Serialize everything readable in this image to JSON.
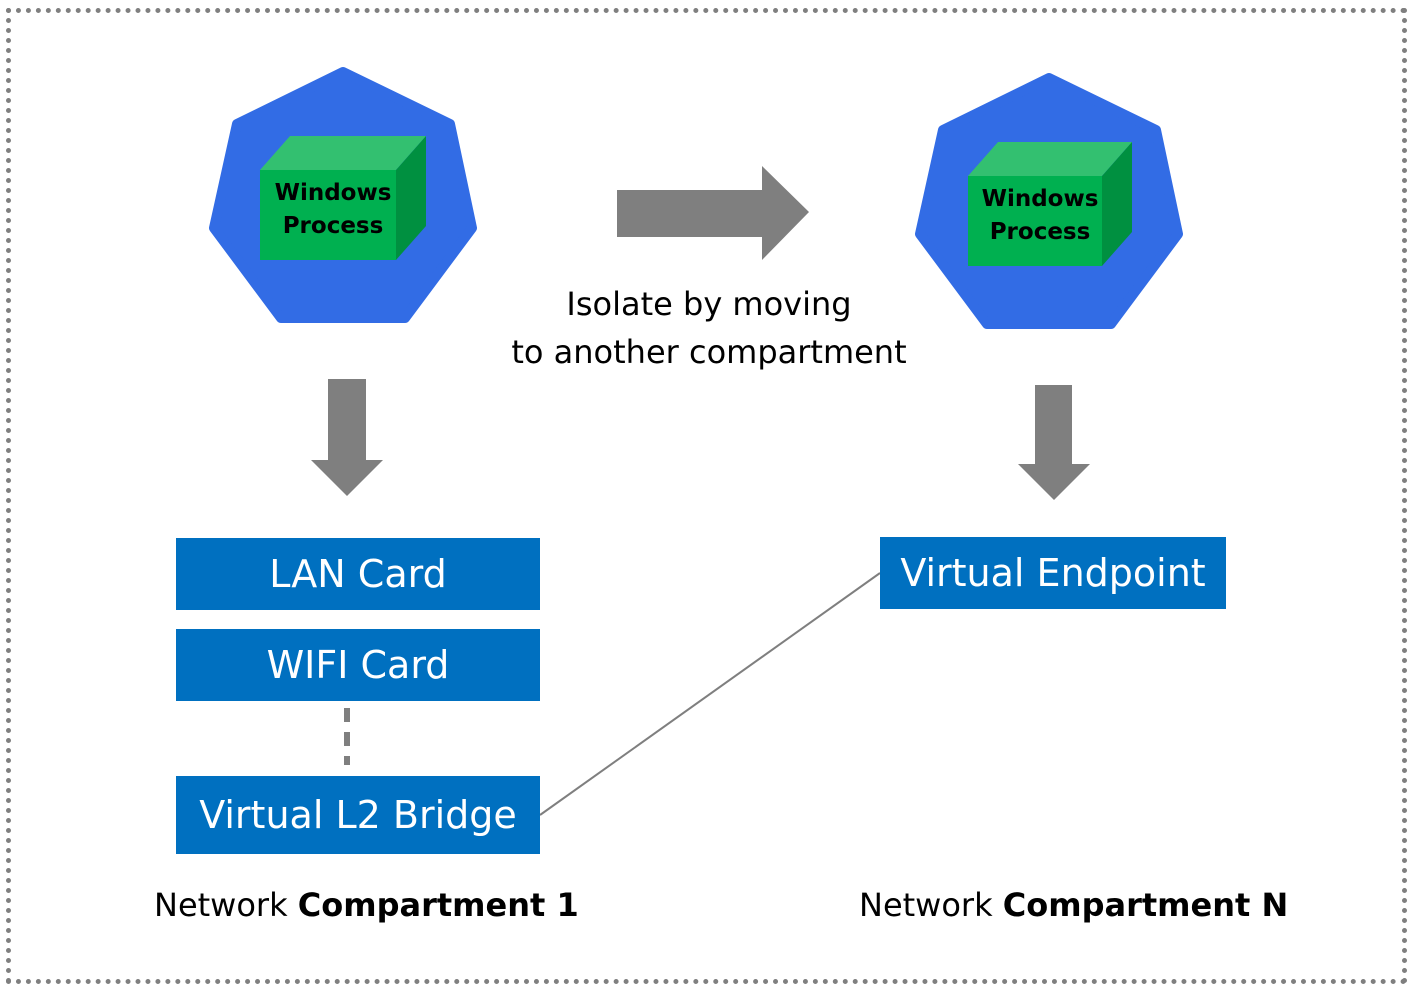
{
  "compartment_1": {
    "process_label_line1": "Windows",
    "process_label_line2": "Process",
    "adapters": [
      "LAN Card",
      "WIFI Card",
      "Virtual L2 Bridge"
    ],
    "caption_prefix": "Network",
    "caption_bold": "Compartment 1"
  },
  "compartment_n": {
    "process_label_line1": "Windows",
    "process_label_line2": "Process",
    "adapters": [
      "Virtual Endpoint"
    ],
    "caption_prefix": "Network",
    "caption_bold": "Compartment N"
  },
  "move_arrow": {
    "label_line1": "Isolate by moving",
    "label_line2": "to another compartment"
  },
  "colors": {
    "heptagon": "#326ce5",
    "cube_front": "#00b050",
    "cube_top": "#33c070",
    "cube_side": "#009040",
    "adapter_box": "#0070c0",
    "arrow": "#7f7f7f",
    "frame": "#7f7f7f"
  },
  "icons": [
    "kubernetes-heptagon-icon",
    "process-cube-icon",
    "arrow-right-icon",
    "arrow-down-icon"
  ]
}
